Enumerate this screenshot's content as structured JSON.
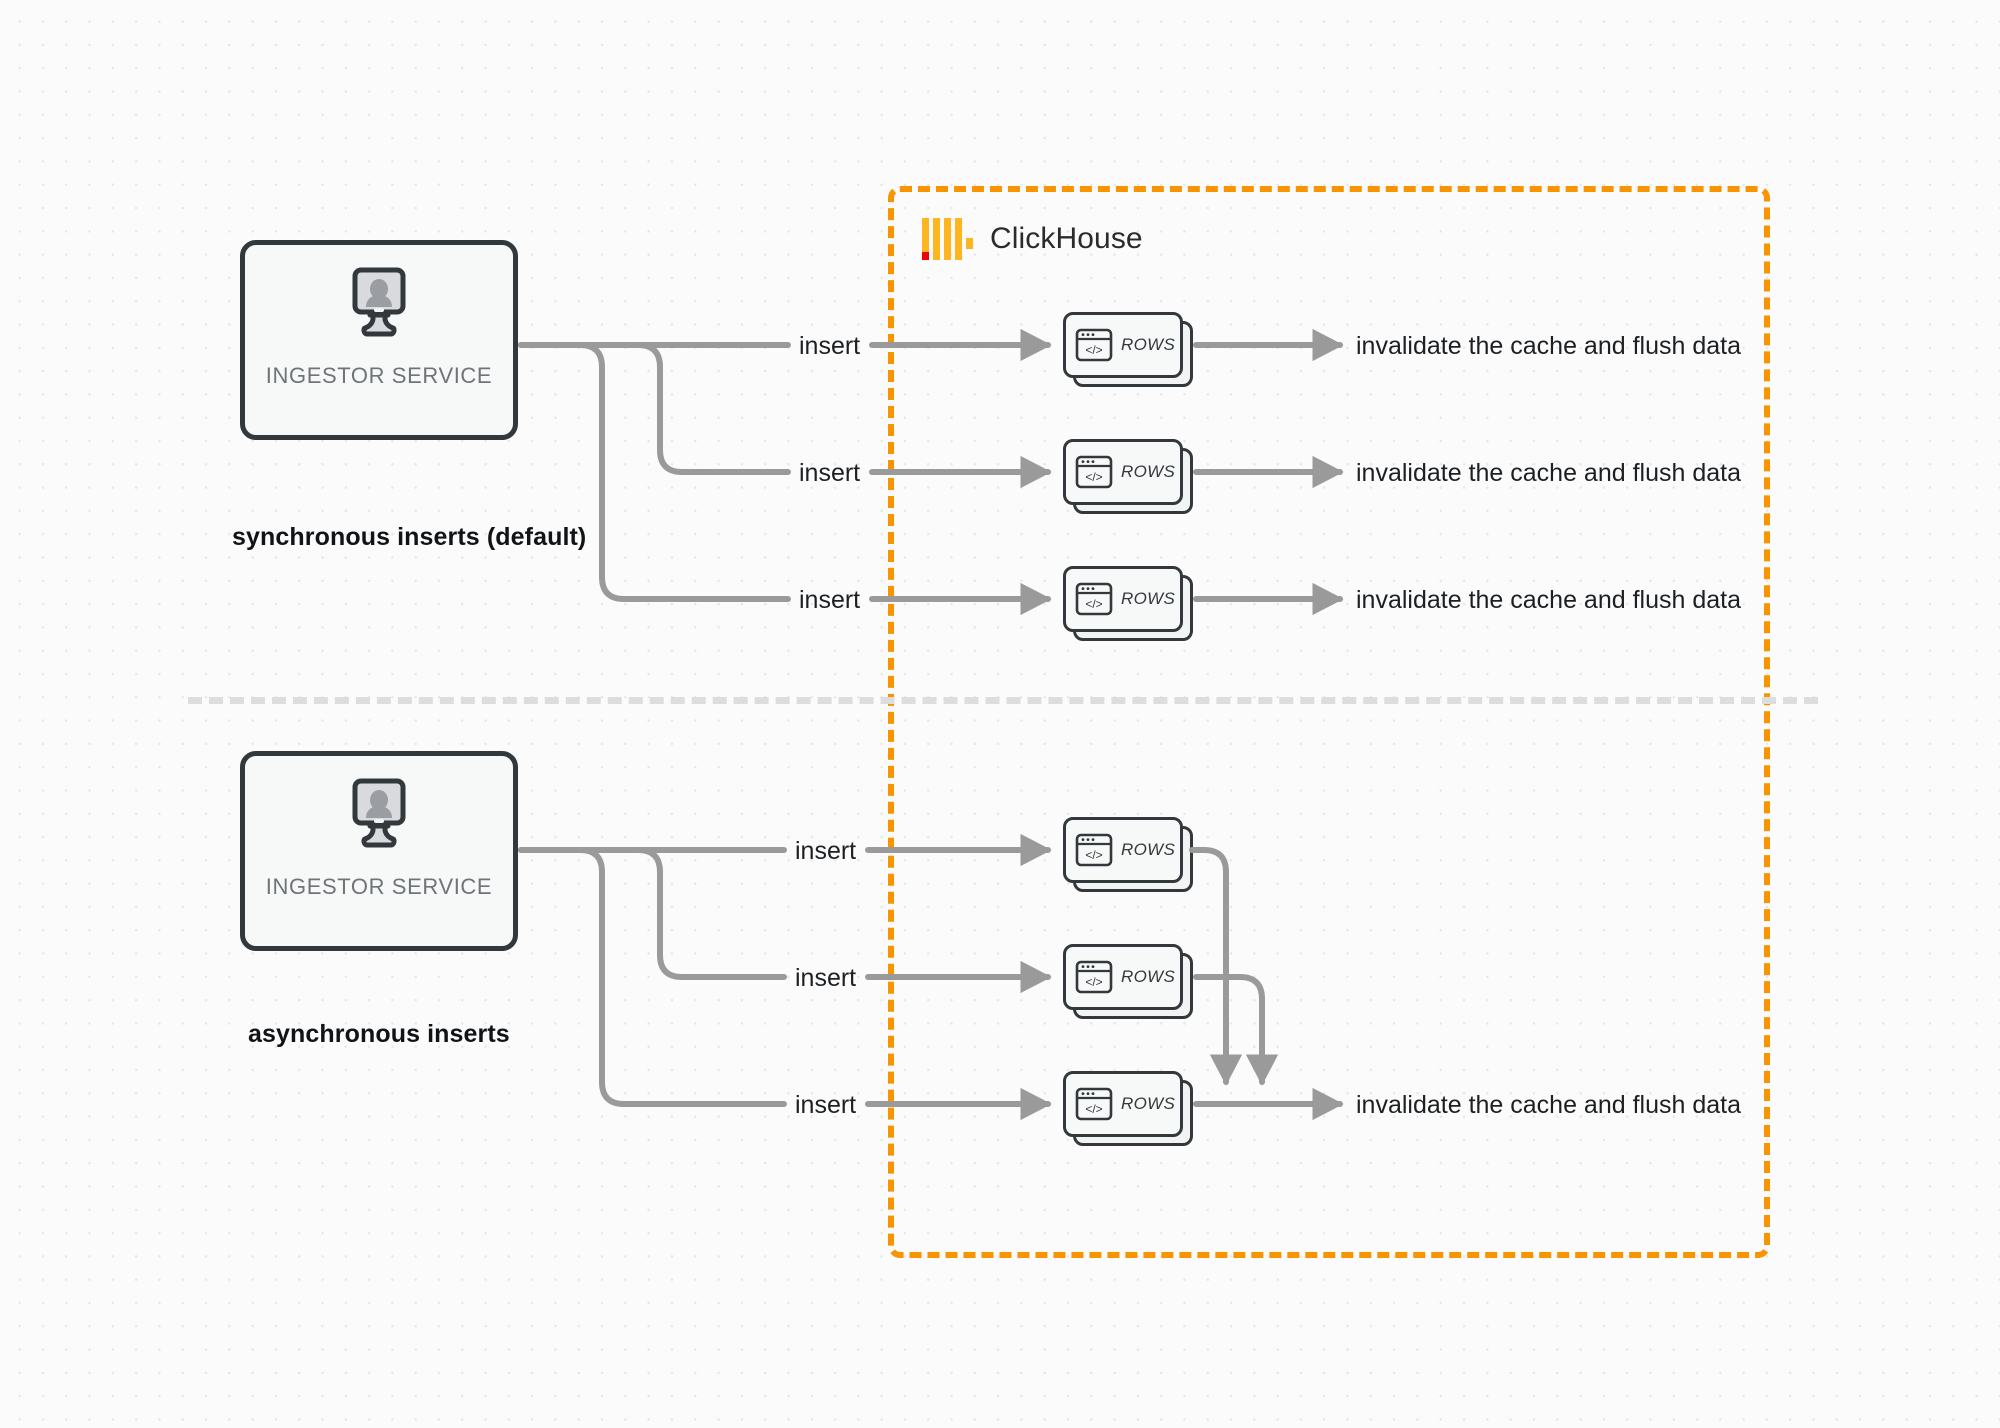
{
  "diagram": {
    "title": "ClickHouse synchronous vs asynchronous inserts",
    "colors": {
      "boundary": "#f79400",
      "logo_bar": "#ffb51f",
      "logo_accent": "#f50000",
      "wire": "#9a9a9a",
      "node_border": "#33383d",
      "node_fill": "#f7f8f8",
      "text": "#1d2023",
      "muted_text": "#6f7479",
      "background": "#fbfbfb",
      "divider": "#dddddd"
    }
  },
  "boundary": {
    "brand_name": "ClickHouse",
    "logo_icon": "clickhouse-logo-icon"
  },
  "sections": [
    {
      "id": "synchronous",
      "caption": "synchronous inserts (default)",
      "source": {
        "label": "INGESTOR SERVICE",
        "icon": "monitor-user-icon"
      },
      "flows": [
        {
          "edge_label": "insert",
          "node_label": "ROWS",
          "node_icon": "code-window-icon",
          "outcome": "invalidate the cache and flush data"
        },
        {
          "edge_label": "insert",
          "node_label": "ROWS",
          "node_icon": "code-window-icon",
          "outcome": "invalidate the cache and flush data"
        },
        {
          "edge_label": "insert",
          "node_label": "ROWS",
          "node_icon": "code-window-icon",
          "outcome": "invalidate the cache and flush data"
        }
      ]
    },
    {
      "id": "asynchronous",
      "caption": "asynchronous inserts",
      "source": {
        "label": "INGESTOR SERVICE",
        "icon": "monitor-user-icon"
      },
      "flows": [
        {
          "edge_label": "insert",
          "node_label": "ROWS",
          "node_icon": "code-window-icon",
          "outcome": ""
        },
        {
          "edge_label": "insert",
          "node_label": "ROWS",
          "node_icon": "code-window-icon",
          "outcome": ""
        },
        {
          "edge_label": "insert",
          "node_label": "ROWS",
          "node_icon": "code-window-icon",
          "outcome": "invalidate the cache and flush data"
        }
      ]
    }
  ]
}
